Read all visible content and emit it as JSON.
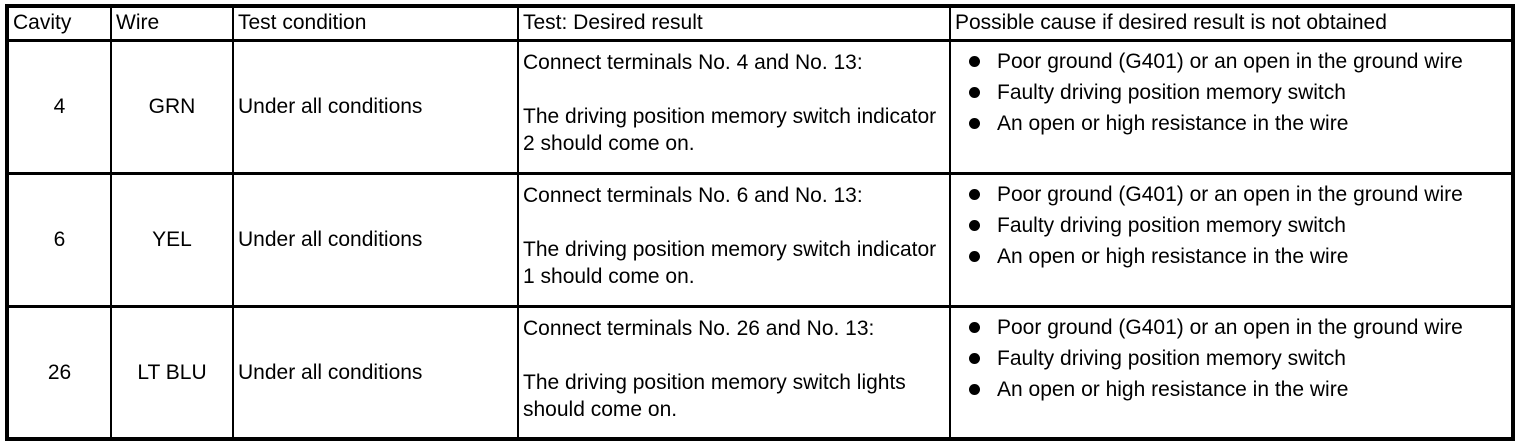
{
  "colors": {
    "text": "#000000",
    "border": "#000000",
    "background": "#ffffff"
  },
  "table": {
    "headers": [
      "Cavity",
      "Wire",
      "Test condition",
      "Test: Desired result",
      "Possible cause if desired result is not obtained"
    ],
    "rows": [
      {
        "cavity": "4",
        "wire": "GRN",
        "test_condition": "Under all conditions",
        "desired_result": [
          "Connect terminals No. 4 and No. 13:",
          "The driving position memory switch indicator 2 should come on."
        ],
        "possible_causes": [
          "Poor ground (G401) or an open in the ground wire",
          "Faulty driving position memory switch",
          "An open or high resistance in the wire"
        ]
      },
      {
        "cavity": "6",
        "wire": "YEL",
        "test_condition": "Under all conditions",
        "desired_result": [
          "Connect terminals No. 6 and No. 13:",
          "The driving position memory switch indicator 1 should come on."
        ],
        "possible_causes": [
          "Poor ground (G401) or an open in the ground wire",
          "Faulty driving position memory switch",
          "An open or high resistance in the wire"
        ]
      },
      {
        "cavity": "26",
        "wire": "LT BLU",
        "test_condition": "Under all conditions",
        "desired_result": [
          "Connect terminals No. 26 and No. 13:",
          "The driving position memory switch lights should come on."
        ],
        "possible_causes": [
          "Poor ground (G401) or an open in the ground wire",
          "Faulty driving position memory switch",
          "An open or high resistance in the wire"
        ]
      }
    ]
  }
}
